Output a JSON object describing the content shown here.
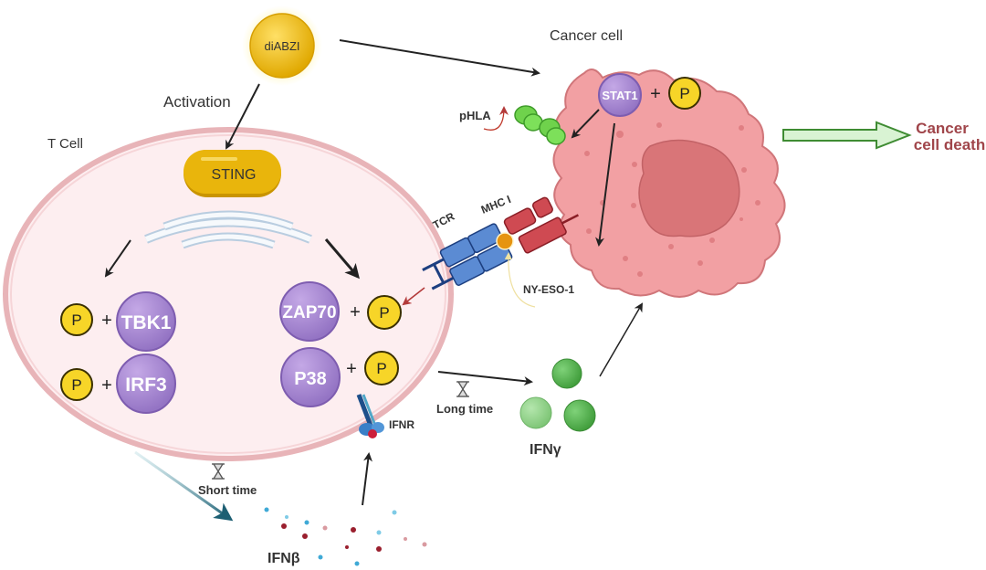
{
  "labels": {
    "diabzi": "diABZI",
    "activation": "Activation",
    "t_cell": "T Cell",
    "sting": "STING",
    "cancer_cell": "Cancer cell",
    "cancer_cell_death_line1": "Cancer",
    "cancer_cell_death_line2": "cell death",
    "phla": "pHLA",
    "stat1": "STAT1",
    "tcr": "TCR",
    "mhc_i": "MHC I",
    "ny_eso_1": "NY-ESO-1",
    "tbk1": "TBK1",
    "irf3": "IRF3",
    "zap70": "ZAP70",
    "p38": "P38",
    "phosphate": "P",
    "plus": "+",
    "ifnr": "IFNR",
    "long_time": "Long time",
    "short_time": "Short time",
    "ifn_gamma": "IFNγ",
    "ifn_beta": "IFNβ"
  },
  "colors": {
    "t_cell_fill": "#fdeef0",
    "t_cell_membrane": "#e8b4b8",
    "cancer_fill": "#f2a0a3",
    "cancer_nucleus": "#d97578",
    "protein_purple": "#a98ad0",
    "phosphate_yellow": "#f7d528",
    "sting_gold": "#e9b50c",
    "ifn_gamma_green": "#5fb85a",
    "death_label": "#a0454a",
    "tcr_blue": "#5b8bd3",
    "mhc_red": "#cf4a52"
  }
}
